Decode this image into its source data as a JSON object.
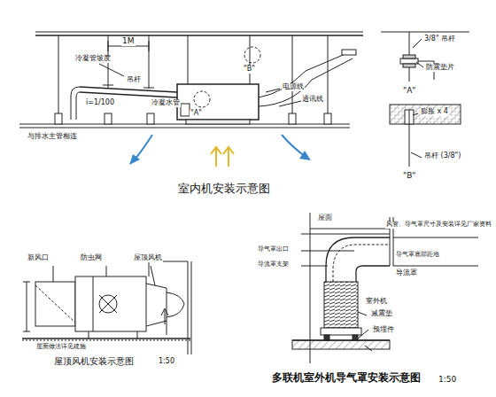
{
  "diagram": {
    "labels": [
      "1M",
      "冷凝管坡度",
      "吊杆",
      "冷凝水管",
      "i=1/100",
      "与排水主管相连",
      "电源线",
      "通讯线",
      "\"A\"",
      "\"B\"",
      "3/8\" 吊杆",
      "防震垫片",
      "\"A\"",
      "膨胀 x 4",
      "吊杆 (3/8\")",
      "\"B\"",
      "室内机安装示意图",
      "新风口",
      "防虫网",
      "屋顶风机",
      "屋面做法详见建施",
      "屋顶风机安装示意图",
      "1:50",
      "屋面",
      "风管、导气罩尺寸及安装详见厂家资料",
      "导气罩底部距地",
      "导流罩",
      "导气罩出口",
      "导流罩支架",
      "室外机",
      "减震垫",
      "预埋件",
      "多联机室外机导气罩安装示意图",
      "1:50"
    ]
  }
}
